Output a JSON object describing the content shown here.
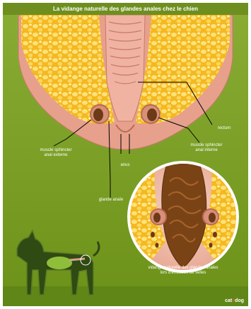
{
  "title": "La vidange naturelle des glandes anales chez le chien",
  "labels": {
    "rectum": "rectum",
    "sphincter_externe": "muscle sphincter\nanal externe",
    "sphincter_interne": "muscle sphincter\nanal interne",
    "anus": "anus",
    "glande_anale": "glande anale",
    "caption": "vidange naturelle des glandes anales\nlors d'émission de selles"
  },
  "logo": {
    "prefix": "cat",
    "accent": "é",
    "suffix": "dog"
  },
  "colors": {
    "background_green": "#7ea22a",
    "fat_yellow": "#f6c232",
    "tissue_pink": "#e9a08e",
    "stool_brown": "#7a4316"
  },
  "icons": [
    "dog-silhouette",
    "magnifier-circle"
  ]
}
